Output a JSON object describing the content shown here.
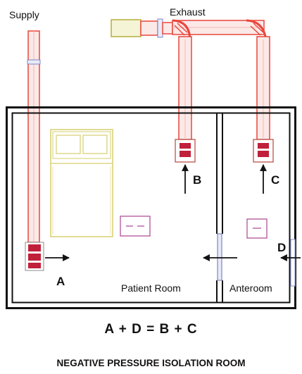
{
  "labels": {
    "supply": "Supply",
    "exhaust": "Exhaust",
    "patient_room": "Patient Room",
    "anteroom": "Anteroom"
  },
  "flow_points": {
    "a": "A",
    "b": "B",
    "c": "C",
    "d": "D"
  },
  "equation": "A + D = B + C",
  "caption": "NEGATIVE PRESSURE ISOLATION ROOM",
  "colors": {
    "duct": "#e8463c",
    "duct_fill": "#fbe9e7",
    "bed": "#d6cf6e",
    "wall": "#111111",
    "door": "#7f86c9",
    "grille": "#c0203a",
    "fixture": "#b0509a",
    "arrow": "#111111"
  }
}
